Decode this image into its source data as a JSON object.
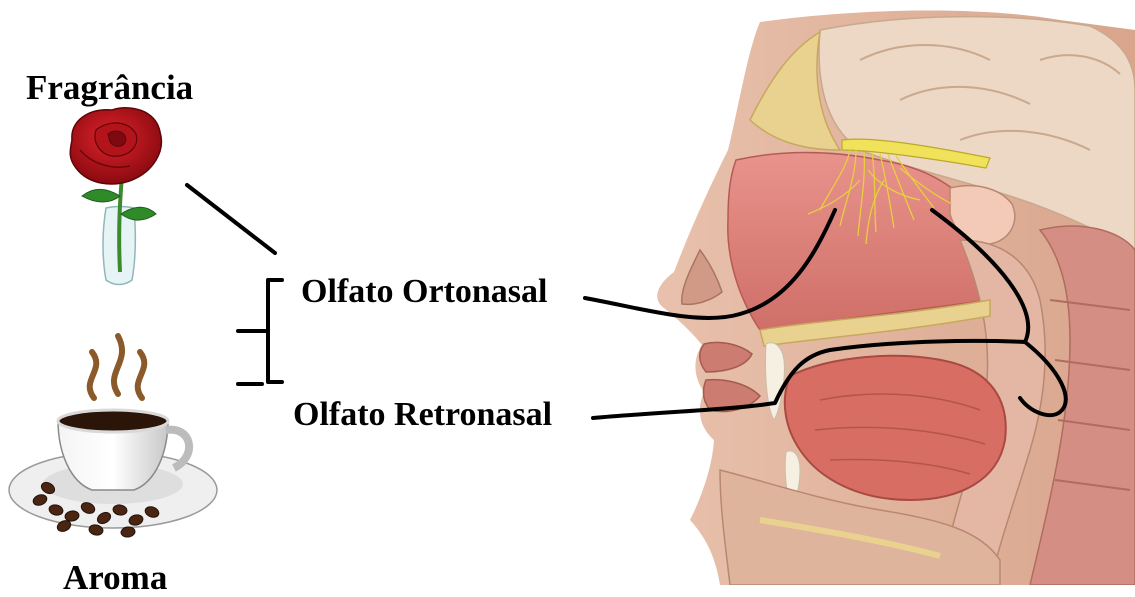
{
  "labels": {
    "fragrance": "Fragrância",
    "aroma": "Aroma",
    "orthonasal": "Olfato Ortonasal",
    "retronasal": "Olfato Retronasal"
  },
  "illustrations": {
    "left_top": "rose-in-vase",
    "left_bottom": "coffee-cup-with-beans",
    "right": "head-sagittal-section-nasal-cavity"
  },
  "colors": {
    "text": "#000000",
    "connector_lines": "#000000",
    "rose": "#c8101a",
    "coffee": "#3b1e0e",
    "tissue": "#d9827a",
    "nerve": "#e8d84a"
  }
}
